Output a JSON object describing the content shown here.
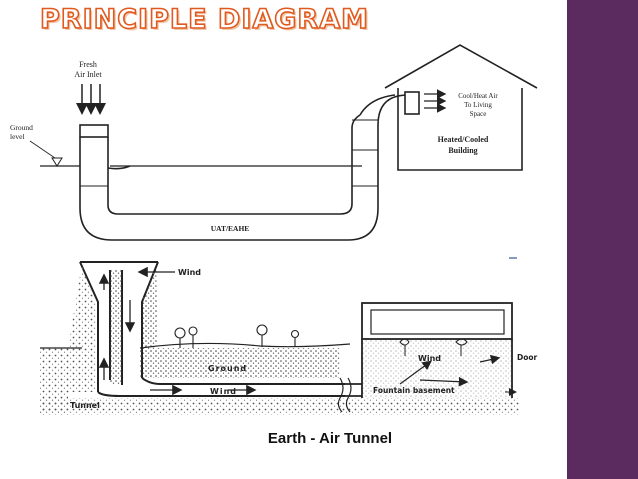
{
  "slide": {
    "title": "PRINCIPLE DIAGRAM",
    "accent_color": "#e05a1f",
    "sidebar_color": "#5b2a5e"
  },
  "top_diagram": {
    "fresh_air_line1": "Fresh",
    "fresh_air_line2": "Air Inlet",
    "ground_level_line1": "Ground",
    "ground_level_line2": "level",
    "pipe_label": "UAT/EAHE",
    "supply_line1": "Cool/Heat Air",
    "supply_line2": "To Living",
    "supply_line3": "Space",
    "building_line1": "Heated/Cooled",
    "building_line2": "Building"
  },
  "bottom_diagram": {
    "wind_top": "Wind",
    "ground": "Ground",
    "wind_tunnel": "Wind",
    "tunnel": "Tunnel",
    "wind_room": "Wind",
    "door": "Door",
    "fountain": "Fountain basement",
    "caption": "Earth - Air Tunnel"
  }
}
